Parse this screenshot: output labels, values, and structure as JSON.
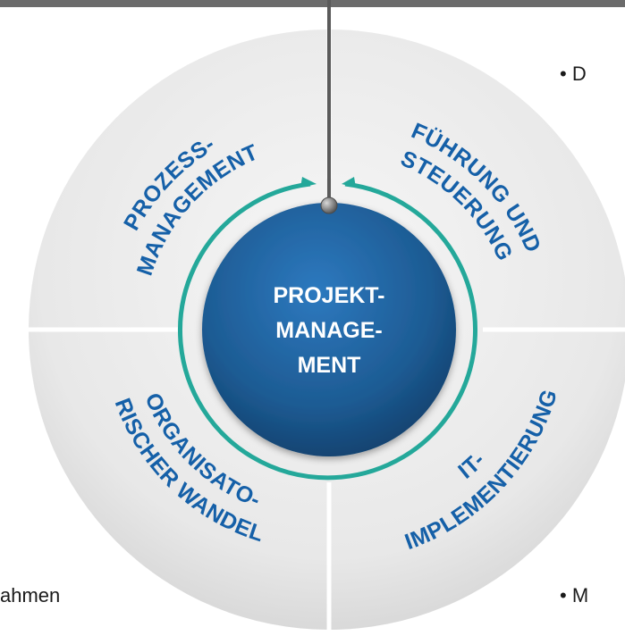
{
  "colors": {
    "accent_blue": "#1560a8",
    "center_blue": "#1d5b93",
    "teal_ring": "#24a89a",
    "disc_gray": "#ececec",
    "top_bar": "#6b6b6b"
  },
  "quadrants": [
    {
      "id": "prozess",
      "line1": "PROZESS-",
      "line2": "MANAGEMENT"
    },
    {
      "id": "fuehrung",
      "line1": "FÜHRUNG UND",
      "line2": "STEUERUNG"
    },
    {
      "id": "organisato",
      "line1": "ORGANISATO-",
      "line2": "RISCHER WANDEL"
    },
    {
      "id": "it",
      "line1": "IT-",
      "line2": "IMPLEMENTIERUNG"
    }
  ],
  "center": {
    "line1": "PROJEKT-",
    "line2": "MANAGE-",
    "line3": "MENT"
  },
  "side_text": {
    "top_right": "• D",
    "bottom_left": "ahmen",
    "bottom_right": "• M"
  },
  "icons": {
    "pin": "pin-icon",
    "arrows": "circular-arrows-icon"
  }
}
